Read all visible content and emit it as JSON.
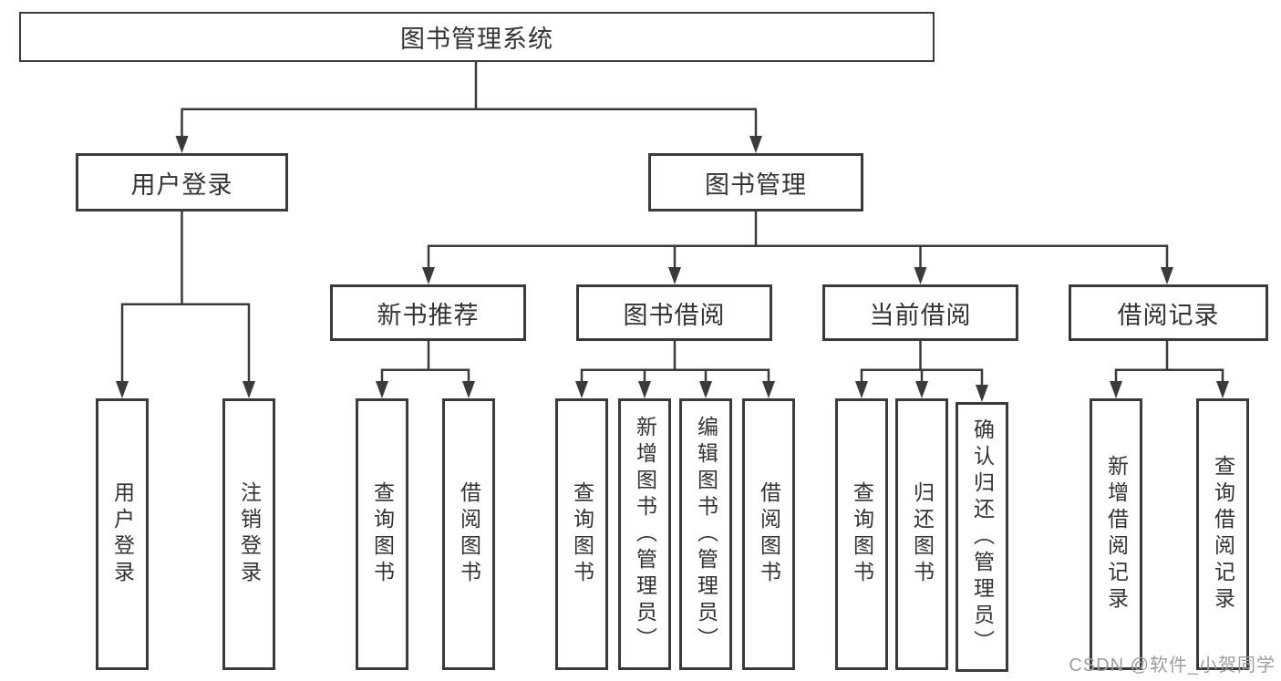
{
  "colors": {
    "line": "#3a3a3a",
    "box_border": "#3a3a3a",
    "text": "#333333",
    "background": "#ffffff",
    "watermark": "#9e9e9e"
  },
  "tree": {
    "label": "图书管理系统",
    "children": [
      {
        "label": "用户登录",
        "children": [
          {
            "label": "用户登录"
          },
          {
            "label": "注销登录"
          }
        ]
      },
      {
        "label": "图书管理",
        "children": [
          {
            "label": "新书推荐",
            "children": [
              {
                "label": "查询图书"
              },
              {
                "label": "借阅图书"
              }
            ]
          },
          {
            "label": "图书借阅",
            "children": [
              {
                "label": "查询图书"
              },
              {
                "label": "新增图书（管理员）"
              },
              {
                "label": "编辑图书（管理员）"
              },
              {
                "label": "借阅图书"
              }
            ]
          },
          {
            "label": "当前借阅",
            "children": [
              {
                "label": "查询图书"
              },
              {
                "label": "归还图书"
              },
              {
                "label": "确认归还（管理员）"
              }
            ]
          },
          {
            "label": "借阅记录",
            "children": [
              {
                "label": "新增借阅记录"
              },
              {
                "label": "查询借阅记录"
              }
            ]
          }
        ]
      }
    ]
  },
  "watermark": {
    "text": "CSDN @软件_小贺同学"
  }
}
